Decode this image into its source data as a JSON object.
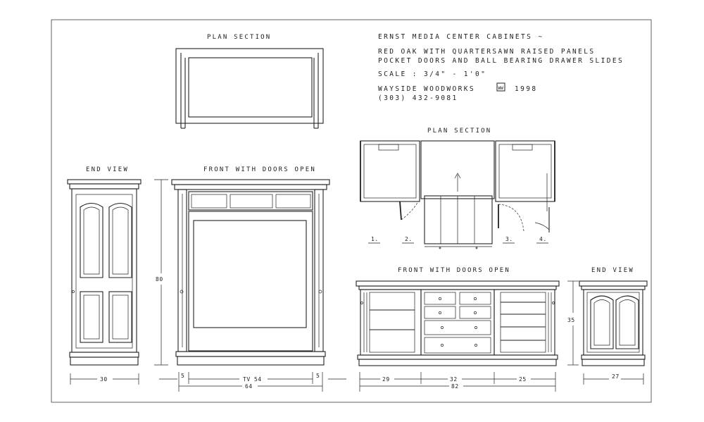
{
  "title": {
    "line1": "ERNST MEDIA CENTER CABINETS ~",
    "line2": "RED OAK WITH QUARTERSAWN RAISED PANELS",
    "line3": "POCKET DOORS AND BALL BEARING DRAWER SLIDES",
    "scale": "SCALE : 3/4\" - 1'0\"",
    "maker": "WAYSIDE WOODWORKS",
    "maker_mark": "WW",
    "year": "1998",
    "phone": "(303) 432-9081"
  },
  "labels": {
    "plan_top": "PLAN SECTION",
    "plan_right": "PLAN SECTION",
    "end_left": "END VIEW",
    "front_tall": "FRONT WITH DOORS OPEN",
    "front_low": "FRONT WITH DOORS OPEN",
    "end_right": "END VIEW"
  },
  "plan_markers": [
    "1.",
    "2.",
    "3.",
    "4."
  ],
  "dimensions": {
    "end_left_width": "30",
    "tall_height": "80",
    "tall_left": "5",
    "tall_tv": "TV 54",
    "tall_right": "5",
    "tall_total": "64",
    "low_left": "29",
    "low_center": "32",
    "low_right": "25",
    "low_total": "82",
    "low_height": "35",
    "end_right_width": "27"
  }
}
